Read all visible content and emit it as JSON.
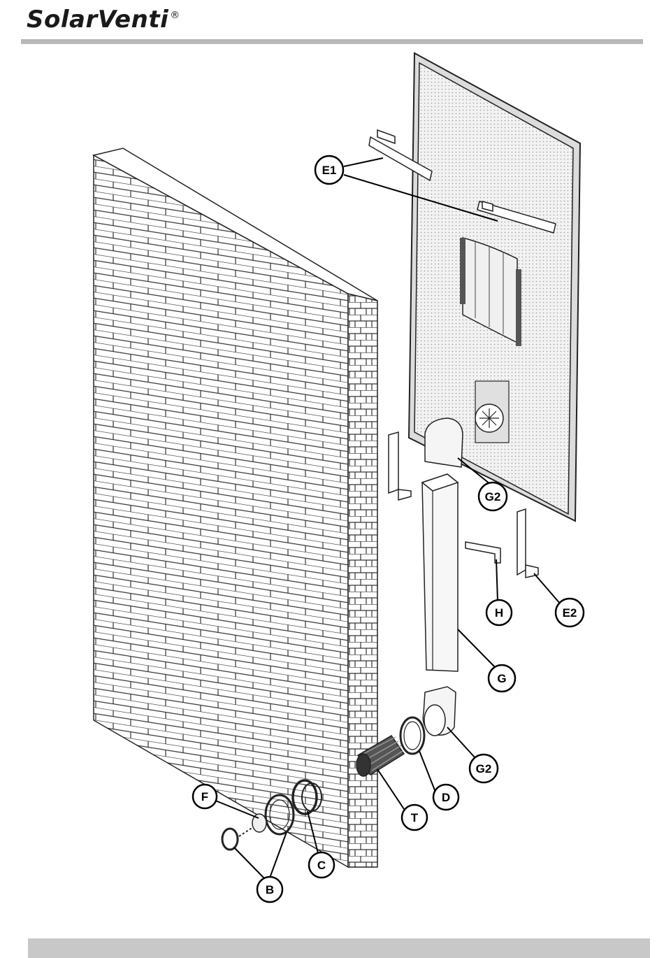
{
  "header": {
    "brand": "SolarVenti",
    "registered_mark": "®"
  },
  "callouts": {
    "E1": "E1",
    "E2": "E2",
    "G2_top": "G2",
    "G2_bottom": "G2",
    "H": "H",
    "G": "G",
    "D": "D",
    "T": "T",
    "F": "F",
    "C": "C",
    "B": "B"
  },
  "colors": {
    "rule": "#b8b8b8",
    "line": "#1a1a1a",
    "panel_fill": "#ececec"
  }
}
